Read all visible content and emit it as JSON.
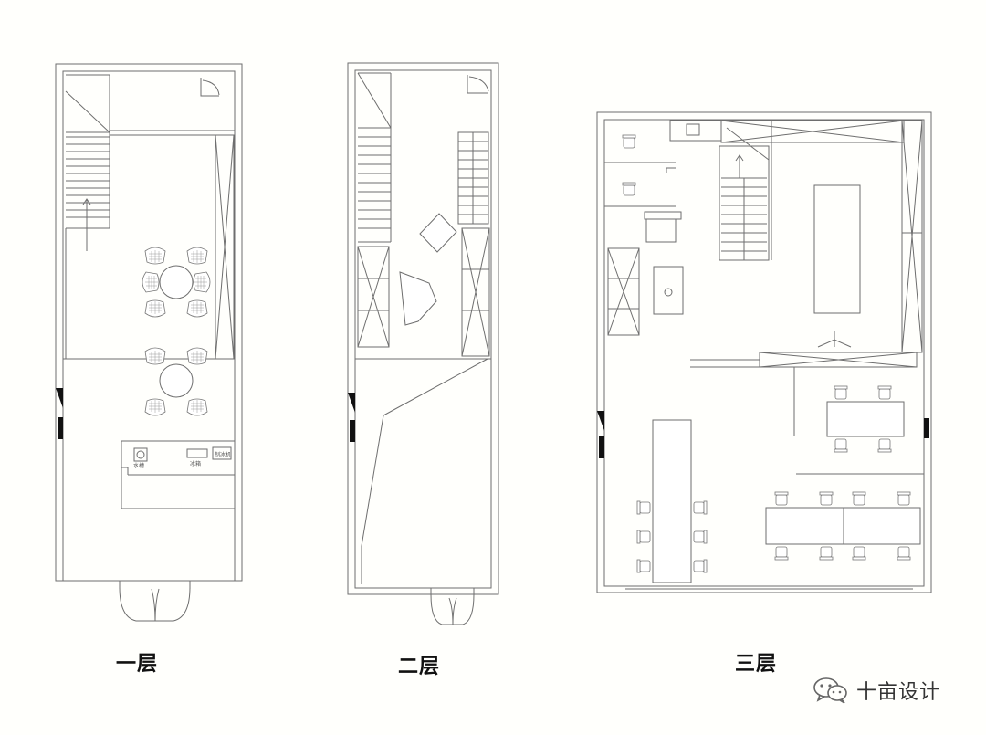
{
  "floors": [
    {
      "label": "一层"
    },
    {
      "label": "二层"
    },
    {
      "label": "三层"
    }
  ],
  "fixtures": {
    "sink_label": "水槽",
    "fridge_label": "冰箱",
    "ice_label": "制冰机"
  },
  "watermark": {
    "text": "十亩设计",
    "icon": "wechat-icon"
  },
  "colors": {
    "line": "#6e6e6e",
    "wall_black": "#111111",
    "background": "#fffffc"
  }
}
